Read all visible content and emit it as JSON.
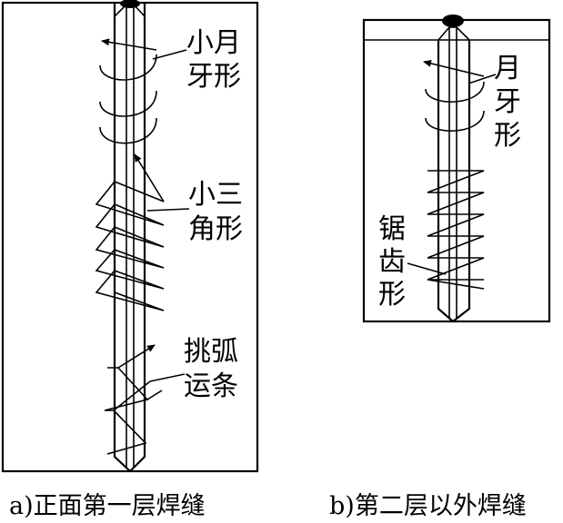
{
  "figure_a": {
    "label_crescent": [
      "小月",
      "牙形"
    ],
    "label_triangle": [
      "小三",
      "角形"
    ],
    "label_lift": [
      "挑弧",
      "运条"
    ],
    "caption": "a)正面第一层焊缝"
  },
  "figure_b": {
    "label_crescent": [
      "月",
      "牙",
      "形"
    ],
    "label_sawtooth": [
      "锯",
      "齿",
      "形"
    ],
    "caption": "b)第二层以外焊缝"
  },
  "colors": {
    "stroke": "#000000",
    "background": "#ffffff"
  }
}
